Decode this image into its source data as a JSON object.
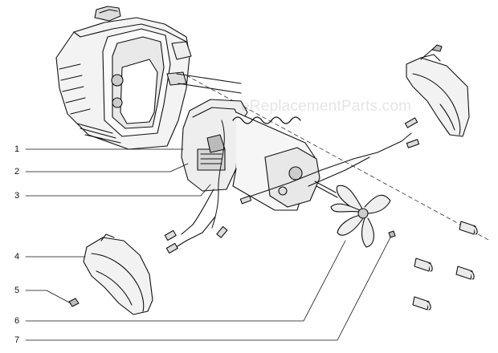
{
  "diagram": {
    "callouts": [
      {
        "number": "1"
      },
      {
        "number": "2"
      },
      {
        "number": "3"
      },
      {
        "number": "4"
      },
      {
        "number": "5"
      },
      {
        "number": "6"
      },
      {
        "number": "7"
      }
    ],
    "watermark": "eReplacementParts.com"
  }
}
